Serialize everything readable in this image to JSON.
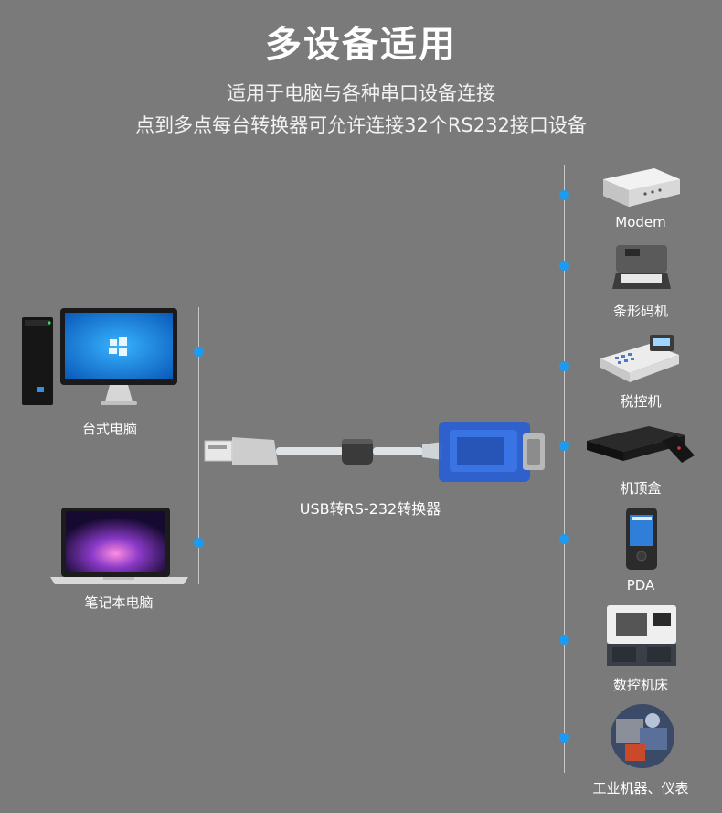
{
  "header": {
    "title": "多设备适用",
    "subtitle_line1": "适用于电脑与各种串口设备连接",
    "subtitle_line2": "点到多点每台转换器可允许连接32个RS232接口设备"
  },
  "left_devices": [
    {
      "label": "台式电脑",
      "icon": "desktop-computer-icon"
    },
    {
      "label": "笔记本电脑",
      "icon": "laptop-icon"
    }
  ],
  "converter": {
    "label": "USB转RS-232转换器",
    "icon": "usb-rs232-cable-icon"
  },
  "right_devices": [
    {
      "label": "Modem",
      "icon": "modem-icon"
    },
    {
      "label": "条形码机",
      "icon": "barcode-printer-icon"
    },
    {
      "label": "税控机",
      "icon": "cash-register-icon"
    },
    {
      "label": "机顶盒",
      "icon": "set-top-box-icon"
    },
    {
      "label": "PDA",
      "icon": "pda-icon"
    },
    {
      "label": "数控机床",
      "icon": "cnc-machine-icon"
    },
    {
      "label": "工业机器、仪表",
      "icon": "industrial-instrument-icon"
    }
  ],
  "colors": {
    "background": "#7a7a7a",
    "accent_dot": "#1e9bf0",
    "connector_blue": "#2b5fd0"
  }
}
